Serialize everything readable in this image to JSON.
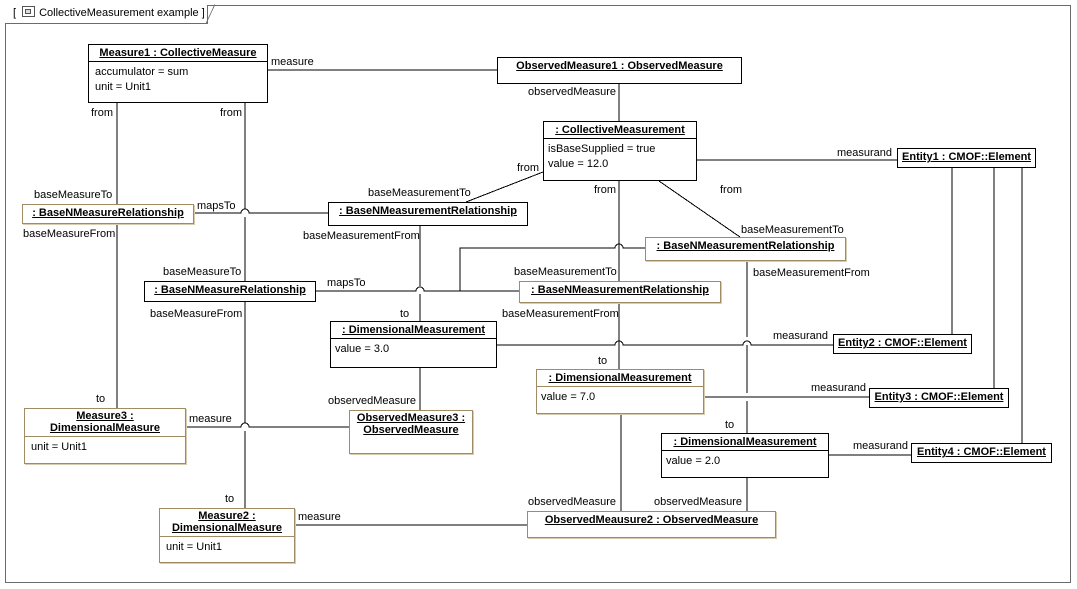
{
  "frame": {
    "title": "CollectiveMeasurement example"
  },
  "nodes": {
    "measure1": {
      "header": "Measure1 : CollectiveMeasure",
      "attrs": [
        "accumulator = sum",
        "unit = Unit1"
      ]
    },
    "observedMeasure1": {
      "header": "ObservedMeasure1 : ObservedMeasure"
    },
    "collectiveMeasurement": {
      "header": ": CollectiveMeasurement",
      "attrs": [
        "isBaseSupplied = true",
        "value = 12.0"
      ]
    },
    "entity1": {
      "header": "Entity1 : CMOF::Element"
    },
    "baseNMeasureRel1": {
      "header": ": BaseNMeasureRelationship"
    },
    "baseNMeasurementRel1": {
      "header": ": BaseNMeasurementRelationship"
    },
    "baseNMeasurementRel2": {
      "header": ": BaseNMeasurementRelationship"
    },
    "baseNMeasureRel2": {
      "header": ": BaseNMeasureRelationship"
    },
    "baseNMeasurementRel3": {
      "header": ": BaseNMeasurementRelationship"
    },
    "dimMeasurement1": {
      "header": ": DimensionalMeasurement",
      "attrs": [
        "value = 3.0"
      ]
    },
    "entity2": {
      "header": "Entity2 : CMOF::Element"
    },
    "dimMeasurement2": {
      "header": ": DimensionalMeasurement",
      "attrs": [
        "value = 7.0"
      ]
    },
    "entity3": {
      "header": "Entity3 : CMOF::Element"
    },
    "measure3": {
      "header": "Measure3 : DimensionalMeasure",
      "attrs": [
        "unit = Unit1"
      ]
    },
    "observedMeasure3": {
      "header": "ObservedMeasure3 : ObservedMeasure"
    },
    "dimMeasurement3": {
      "header": ": DimensionalMeasurement",
      "attrs": [
        "value = 2.0"
      ]
    },
    "entity4": {
      "header": "Entity4 : CMOF::Element"
    },
    "measure2": {
      "header": "Measure2 : DimensionalMeasure",
      "attrs": [
        "unit = Unit1"
      ]
    },
    "observedMeausure2": {
      "header": "ObservedMeausure2 : ObservedMeasure"
    }
  },
  "labels": {
    "measure_a": "measure",
    "observedMeasure_a": "observedMeasure",
    "from_m1_left": "from",
    "from_m1_right": "from",
    "from_cm_left": "from",
    "from_cm_mid": "from",
    "from_cm_right": "from",
    "measurand_1": "measurand",
    "baseMeasureTo_1": "baseMeasureTo",
    "mapsTo_1": "mapsTo",
    "baseMeasurementTo_1": "baseMeasurementTo",
    "baseMeasureFrom_1": "baseMeasureFrom",
    "baseMeasurementFrom_1": "baseMeasurementFrom",
    "baseMeasurementTo_2": "baseMeasurementTo",
    "baseMeasurementFrom_2": "baseMeasurementFrom",
    "baseMeasureTo_2": "baseMeasureTo",
    "baseMeasurementTo_3": "baseMeasurementTo",
    "mapsTo_2": "mapsTo",
    "baseMeasureFrom_2": "baseMeasureFrom",
    "baseMeasurementFrom_3": "baseMeasurementFrom",
    "to_dm1": "to",
    "measurand_2": "measurand",
    "to_dm2": "to",
    "measurand_3": "measurand",
    "observedMeasure_dm1": "observedMeasure",
    "to_m3": "to",
    "measure_m3": "measure",
    "to_dm3": "to",
    "measurand_4": "measurand",
    "to_m2": "to",
    "measure_m2": "measure",
    "observedMeasure_dm2": "observedMeasure",
    "observedMeasure_dm3": "observedMeasure"
  },
  "colors": {
    "strong_border": "#000000",
    "light_border": "#a08c64",
    "frame_border": "#6b6b6b"
  }
}
